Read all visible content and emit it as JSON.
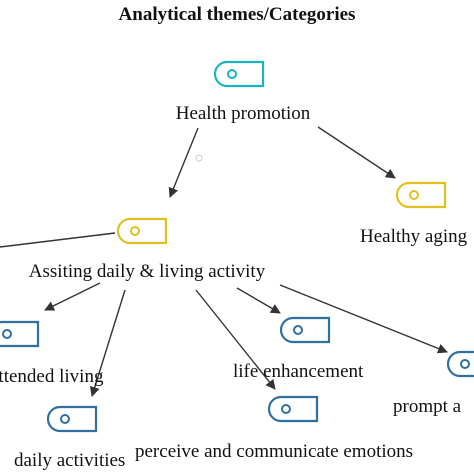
{
  "title": "Analytical themes/Categories",
  "colors": {
    "teal": "#1ab3c2",
    "yellow": "#e2bf1c",
    "blue": "#2f6fa1",
    "arrow": "#333333"
  },
  "nodes": {
    "health_promotion": {
      "label": "Health promotion",
      "icon": "tag-icon",
      "color": "teal"
    },
    "healthy_aging": {
      "label": "Healthy aging",
      "icon": "tag-icon",
      "color": "yellow"
    },
    "assisting": {
      "label": "Assiting daily & living activity",
      "icon": "tag-icon",
      "color": "yellow"
    },
    "attended_living": {
      "label": "attended living",
      "icon": "tag-icon",
      "color": "blue"
    },
    "daily_activities": {
      "label": "daily activities",
      "icon": "tag-icon",
      "color": "blue"
    },
    "life_enhancement": {
      "label": "life enhancement",
      "icon": "tag-icon",
      "color": "blue"
    },
    "perceive": {
      "label": "perceive and communicate emotions",
      "icon": "tag-icon",
      "color": "blue"
    },
    "prompt": {
      "label": "prompt a",
      "icon": "tag-icon",
      "color": "blue"
    }
  },
  "edges": [
    [
      "health_promotion",
      "assisting"
    ],
    [
      "health_promotion",
      "healthy_aging"
    ],
    [
      "assisting",
      "attended_living"
    ],
    [
      "assisting",
      "daily_activities"
    ],
    [
      "assisting",
      "life_enhancement"
    ],
    [
      "assisting",
      "perceive"
    ],
    [
      "assisting",
      "prompt"
    ]
  ]
}
